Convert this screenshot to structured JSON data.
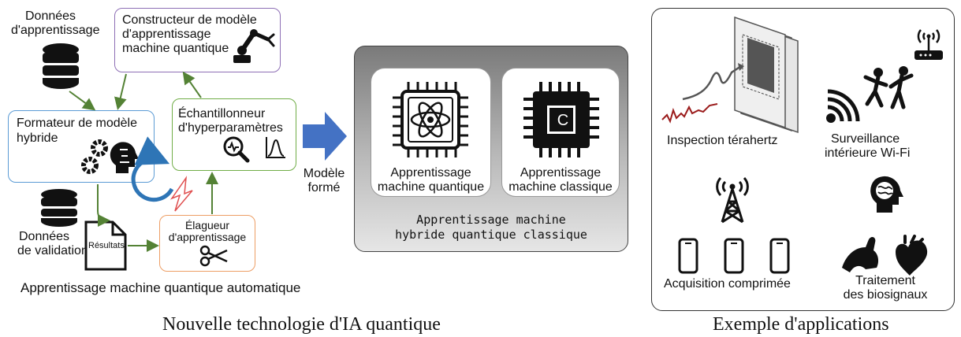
{
  "left": {
    "training_data": [
      "Données",
      "d'apprentissage"
    ],
    "model_builder": [
      "Constructeur de modèle",
      "d'apprentissage",
      "machine quantique"
    ],
    "formatter": [
      "Formateur de modèle",
      "hybride"
    ],
    "sampler": [
      "Échantillonneur",
      "d'hyperparamètres"
    ],
    "validation_data": [
      "Données",
      "de validation"
    ],
    "results": "Résultats",
    "pruner": [
      "Élagueur",
      "d'apprentissage"
    ],
    "caption": "Apprentissage machine quantique automatique"
  },
  "middle": {
    "arrow_label": [
      "Modèle",
      "formé"
    ],
    "quantum_card": [
      "Apprentissage",
      "machine quantique"
    ],
    "classic_card": [
      "Apprentissage",
      "machine classique"
    ],
    "chip_letter": "C",
    "hybrid_caption": [
      "Apprentissage machine",
      "hybride quantique classique"
    ]
  },
  "right": {
    "terahertz": "Inspection térahertz",
    "wifi": [
      "Surveillance",
      "intérieure Wi-Fi"
    ],
    "compressed": "Acquisition comprimée",
    "biosignals": [
      "Traitement",
      "des biosignaux"
    ]
  },
  "titles": {
    "left": "Nouvelle technologie d'IA quantique",
    "right": "Exemple d'applications"
  },
  "colors": {
    "purple": "#8e6fb5",
    "blue": "#5b9bd5",
    "green": "#70ad47",
    "orange": "#ed9e65",
    "arrow_blue": "#4472c4",
    "flow_green": "#548235"
  }
}
